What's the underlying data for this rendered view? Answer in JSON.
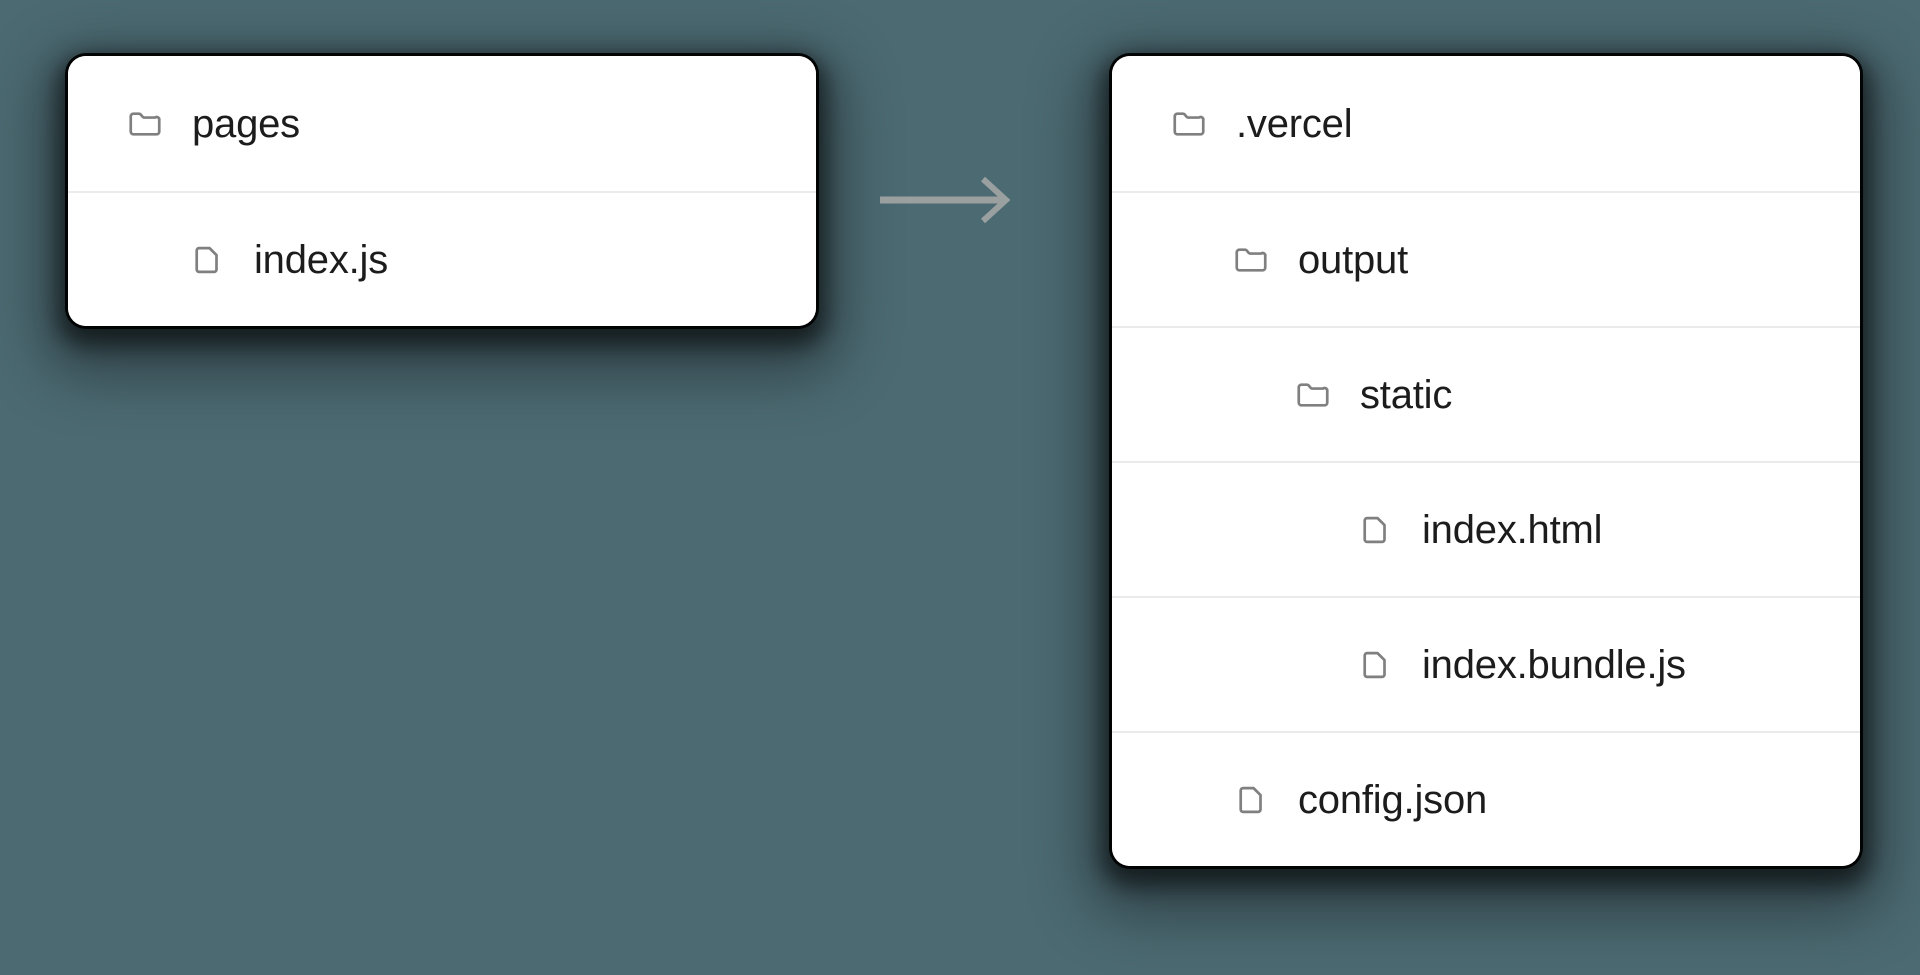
{
  "background_color": "#4C6A72",
  "card_background": "#FFFFFF",
  "divider_color": "#EAEAEA",
  "icon_color": "#808080",
  "text_color": "#1C1C1C",
  "arrow_color": "#9AA0A0",
  "diagram": {
    "arrow": {
      "name": "transform-arrow",
      "direction": "right",
      "label": ""
    },
    "source_card": {
      "name": "source-file-tree",
      "rows": [
        {
          "label": "pages",
          "icon": "folder-icon",
          "type": "folder",
          "depth": 0
        },
        {
          "label": "index.js",
          "icon": "file-icon",
          "type": "file",
          "depth": 1
        }
      ]
    },
    "output_card": {
      "name": "output-file-tree",
      "rows": [
        {
          "label": ".vercel",
          "icon": "folder-icon",
          "type": "folder",
          "depth": 0
        },
        {
          "label": "output",
          "icon": "folder-icon",
          "type": "folder",
          "depth": 1
        },
        {
          "label": "static",
          "icon": "folder-icon",
          "type": "folder",
          "depth": 2
        },
        {
          "label": "index.html",
          "icon": "file-icon",
          "type": "file",
          "depth": 3
        },
        {
          "label": "index.bundle.js",
          "icon": "file-icon",
          "type": "file",
          "depth": 3
        },
        {
          "label": "config.json",
          "icon": "file-icon",
          "type": "file",
          "depth": 1
        }
      ]
    }
  }
}
